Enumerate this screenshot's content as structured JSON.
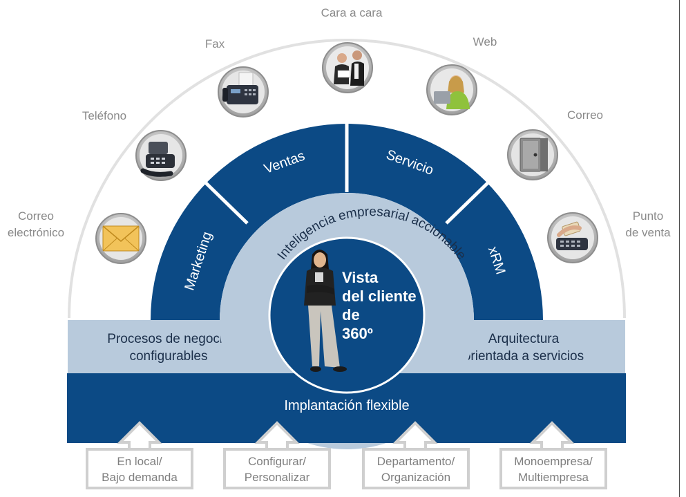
{
  "channels": [
    {
      "label": "Correo\nelectrónico",
      "icon": "envelope-icon"
    },
    {
      "label": "Teléfono",
      "icon": "telephone-icon"
    },
    {
      "label": "Fax",
      "icon": "fax-machine-icon"
    },
    {
      "label": "Cara a cara",
      "icon": "meeting-people-icon"
    },
    {
      "label": "Web",
      "icon": "woman-at-computer-icon"
    },
    {
      "label": "Correo",
      "icon": "mailbox-icon"
    },
    {
      "label": "Punto\nde venta",
      "icon": "card-terminal-icon"
    }
  ],
  "segments": [
    "Marketing",
    "Ventas",
    "Servicio",
    "xRM"
  ],
  "intelligence_label": "Inteligencia empresarial accionable",
  "center": {
    "text": "Vista\ndel cliente\nde\n360º",
    "icon": "business-woman-photo"
  },
  "band": {
    "left": "Procesos de negocio\nconfigurables",
    "right": "Arquitectura\norientada a servicios"
  },
  "base_label": "Implantación flexible",
  "options": [
    "En local/\nBajo demanda",
    "Configurar/\nPersonalizar",
    "Departamento/\nOrganización",
    "Monoempresa/\nMultiempresa"
  ],
  "colors": {
    "dark_blue": "#0c4a85",
    "light_blue": "#b8cadc",
    "channel_text": "#8a8a8a",
    "option_text": "#7f7f7f",
    "arrow_stroke": "#cfcfcf"
  }
}
